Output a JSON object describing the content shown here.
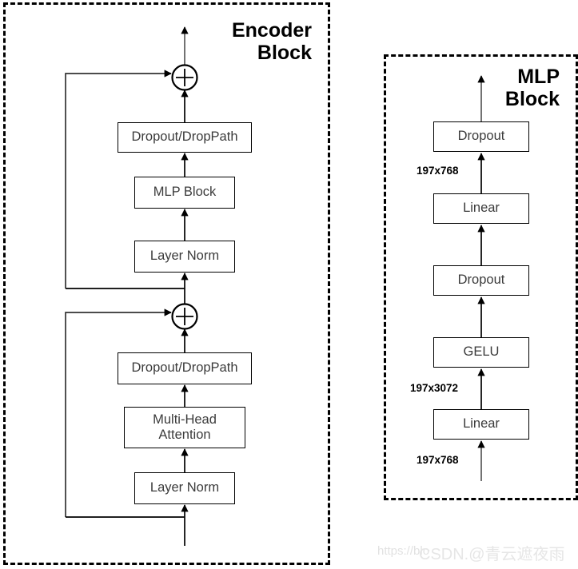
{
  "diagram": {
    "title": "Vision Transformer Encoder Block and MLP Block architecture diagram",
    "background_color": "#ffffff",
    "line_color": "#000000",
    "box_text_color": "#3b3b3b"
  },
  "encoder_panel": {
    "title": "Encoder\nBlock",
    "nodes": [
      {
        "id": "dropout-droppath-top",
        "label": "Dropout/DropPath"
      },
      {
        "id": "mlp-block",
        "label": "MLP Block"
      },
      {
        "id": "layer-norm-top",
        "label": "Layer Norm"
      },
      {
        "id": "dropout-droppath-bottom",
        "label": "Dropout/DropPath"
      },
      {
        "id": "multi-head-attention",
        "label": "Multi-Head\nAttention"
      },
      {
        "id": "layer-norm-bottom",
        "label": "Layer Norm"
      }
    ],
    "adders": [
      {
        "id": "residual-add-top",
        "symbol": "+"
      },
      {
        "id": "residual-add-bottom",
        "symbol": "+"
      }
    ]
  },
  "mlp_panel": {
    "title": "MLP\nBlock",
    "nodes": [
      {
        "id": "mlp-dropout-top",
        "label": "Dropout"
      },
      {
        "id": "mlp-linear-top",
        "label": "Linear"
      },
      {
        "id": "mlp-dropout-mid",
        "label": "Dropout"
      },
      {
        "id": "mlp-gelu",
        "label": "GELU"
      },
      {
        "id": "mlp-linear-bottom",
        "label": "Linear"
      }
    ],
    "dimension_labels": [
      {
        "id": "dim-after-linear-top",
        "text": "197x768"
      },
      {
        "id": "dim-after-linear-bottom",
        "text": "197x3072"
      },
      {
        "id": "dim-input",
        "text": "197x768"
      }
    ]
  },
  "watermark": {
    "url": "https://blo",
    "brand": "CSDN.@青云遮夜雨"
  }
}
